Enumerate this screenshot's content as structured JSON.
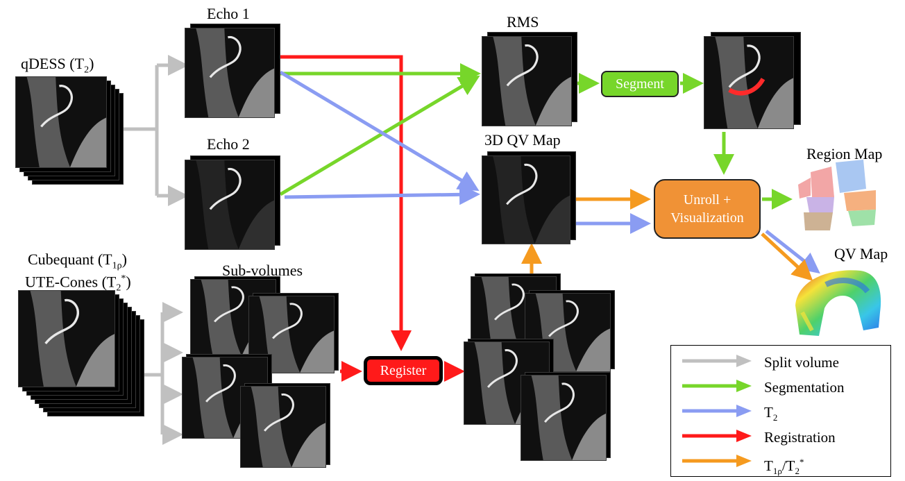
{
  "labels": {
    "qdess": "qDESS (T₂)",
    "echo1": "Echo 1",
    "echo2": "Echo 2",
    "rms": "RMS",
    "qvmap3d": "3D QV Map",
    "region_map": "Region Map",
    "qv_map": "QV Map",
    "cubequant": "Cubequant (T₁ρ)",
    "utecones": "UTE-Cones (T₂*)",
    "subvolumes": "Sub-volumes"
  },
  "nodes": {
    "segment": "Segment",
    "register": "Register",
    "unroll_line1": "Unroll +",
    "unroll_line2": "Visualization"
  },
  "legend": [
    {
      "label": "Split volume",
      "color": "#c0c0c0"
    },
    {
      "label": "Segmentation",
      "color": "#77d62a"
    },
    {
      "label": "T₂",
      "color": "#8a9cf2"
    },
    {
      "label": "Registration",
      "color": "#ff1a1a"
    },
    {
      "label": "T₁ρ/T₂*",
      "color": "#f59a1f"
    }
  ],
  "colors": {
    "split": "#c0c0c0",
    "segmentation": "#77d62a",
    "t2": "#8a9cf2",
    "registration": "#ff1a1a",
    "t1rho_t2star": "#f59a1f",
    "segment_node": "#77d62a",
    "register_node": "#ff1a1a",
    "unroll_node": "#f09236"
  }
}
